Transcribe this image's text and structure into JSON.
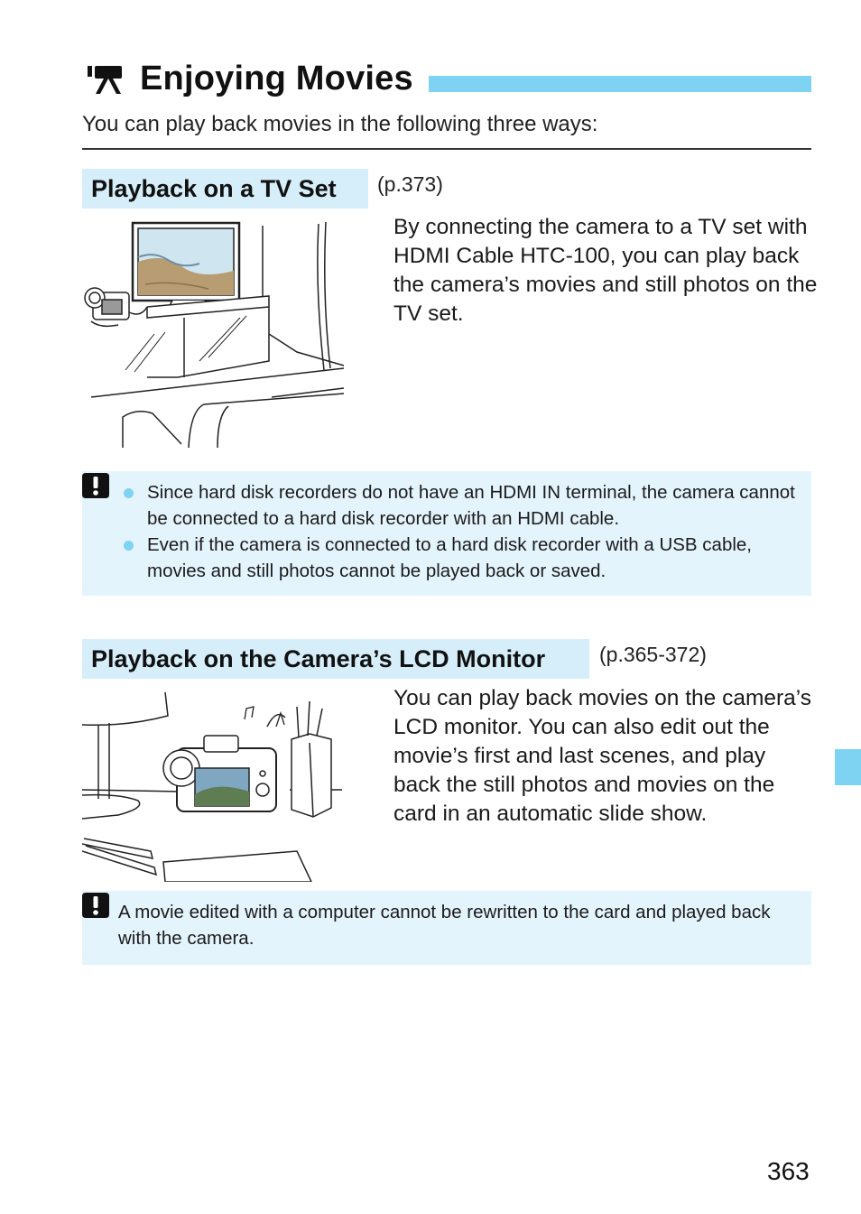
{
  "title": {
    "text": "Enjoying Movies",
    "icon": "movie-camera-icon"
  },
  "intro": "You can play back movies in the following three ways:",
  "sections": [
    {
      "heading": "Playback on a TV Set",
      "page_ref": "(p.373)",
      "body": "By connecting the camera to a TV set with HDMI Cable HTC-100, you can play back the camera’s movies and still photos on the TV set.",
      "illustration": "tv-playback-illustration"
    },
    {
      "heading": "Playback on the Camera’s LCD Monitor",
      "page_ref": "(p.365-372)",
      "body": "You can play back movies on the camera’s LCD monitor. You can also edit out the movie’s first and last scenes, and play back the still photos and movies on the card in an automatic slide show.",
      "illustration": "camera-lcd-illustration"
    }
  ],
  "cautions": [
    {
      "icon": "caution-icon",
      "items": [
        "Since hard disk recorders do not have an HDMI IN terminal, the camera cannot be connected to a hard disk recorder with an HDMI cable.",
        "Even if the camera is connected to a hard disk recorder with a USB cable, movies and still photos cannot be played back or saved."
      ]
    },
    {
      "icon": "caution-icon",
      "text": "A movie edited with a computer cannot be rewritten to the card and played back with the camera."
    }
  ],
  "page_number": "363",
  "colors": {
    "accent": "#7fd3f2",
    "heading_bg": "#d5eefa",
    "caution_bg": "#e4f4fd"
  }
}
